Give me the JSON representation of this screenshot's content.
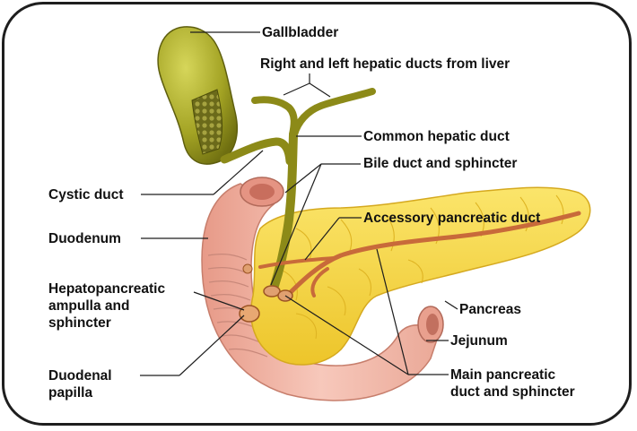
{
  "labels": {
    "gallbladder": "Gallbladder",
    "hepatic_ducts": "Right and left hepatic ducts from liver",
    "common_hepatic": "Common hepatic duct",
    "bile_duct": "Bile duct and sphincter",
    "accessory_duct": "Accessory pancreatic duct",
    "cystic_duct": "Cystic duct",
    "duodenum": "Duodenum",
    "hepatopancreatic": [
      "Hepatopancreatic",
      "ampulla and",
      "sphincter"
    ],
    "pancreas": "Pancreas",
    "jejunum": "Jejunum",
    "duodenal_papilla": [
      "Duodenal",
      "papilla"
    ],
    "main_duct": [
      "Main pancreatic",
      "duct and sphincter"
    ]
  },
  "colors": {
    "gallbladder": "#9a9a1c",
    "pancreas": "#f4d23a",
    "duodenum": "#f1b2a2",
    "duct": "#c86a3a",
    "outline": "#1e1e1e"
  }
}
